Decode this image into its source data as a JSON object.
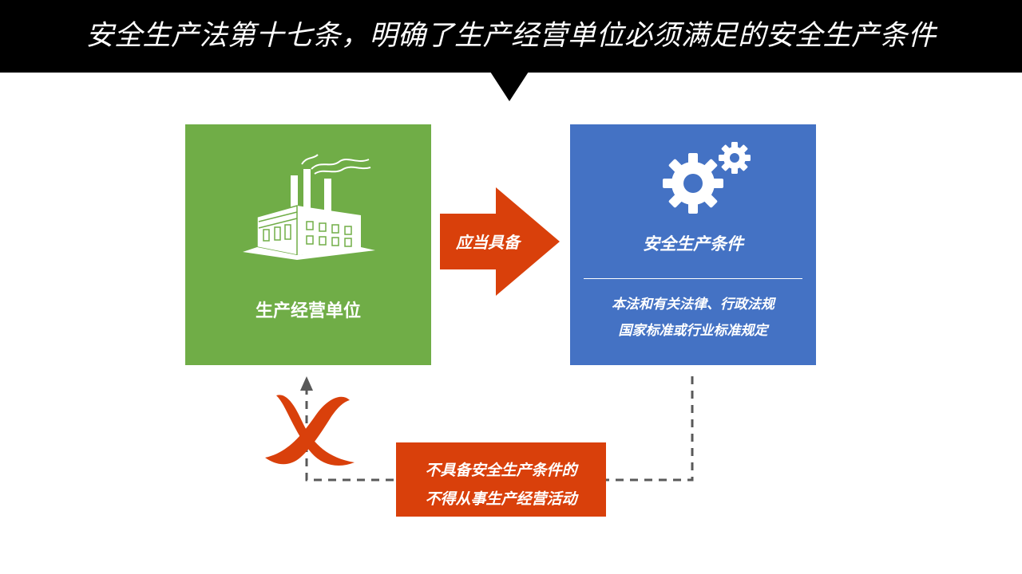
{
  "header": {
    "title": "安全生产法第十七条，明确了生产经营单位必须满足的安全生产条件"
  },
  "entity_box": {
    "label": "生产经营单位",
    "icon": "factory-icon",
    "color": "#70ad47"
  },
  "arrow": {
    "label": "应当具备",
    "color": "#d9400b"
  },
  "conditions_box": {
    "title": "安全生产条件",
    "icon": "gears-icon",
    "color": "#4472c4",
    "lines": [
      "本法和有关法律、行政法规",
      "国家标准或行业标准规定"
    ]
  },
  "prohibition": {
    "icon": "cross-icon",
    "lines": [
      "不具备安全生产条件的",
      "不得从事生产经营活动"
    ],
    "color": "#d9400b"
  }
}
